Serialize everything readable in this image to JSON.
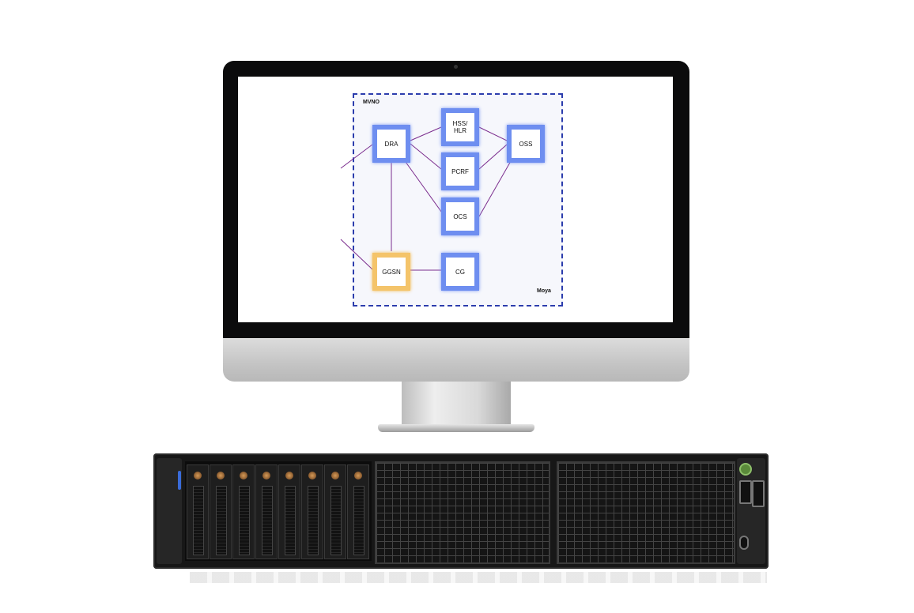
{
  "diagram": {
    "group_label": "MVNO",
    "operator_label": "Moya",
    "nodes": {
      "dra": "DRA",
      "hss_line1": "HSS/",
      "hss_line2": "HLR",
      "oss": "OSS",
      "pcrf": "PCRF",
      "ocs": "OCS",
      "ggsn": "GGSN",
      "cg": "CG"
    },
    "colors": {
      "node_border": "#6e8ef0",
      "ggsn_border": "#f4c46a",
      "link": "#7b2d8e",
      "group_border": "#2c3dad"
    }
  },
  "server": {
    "drive_bays": 8
  }
}
